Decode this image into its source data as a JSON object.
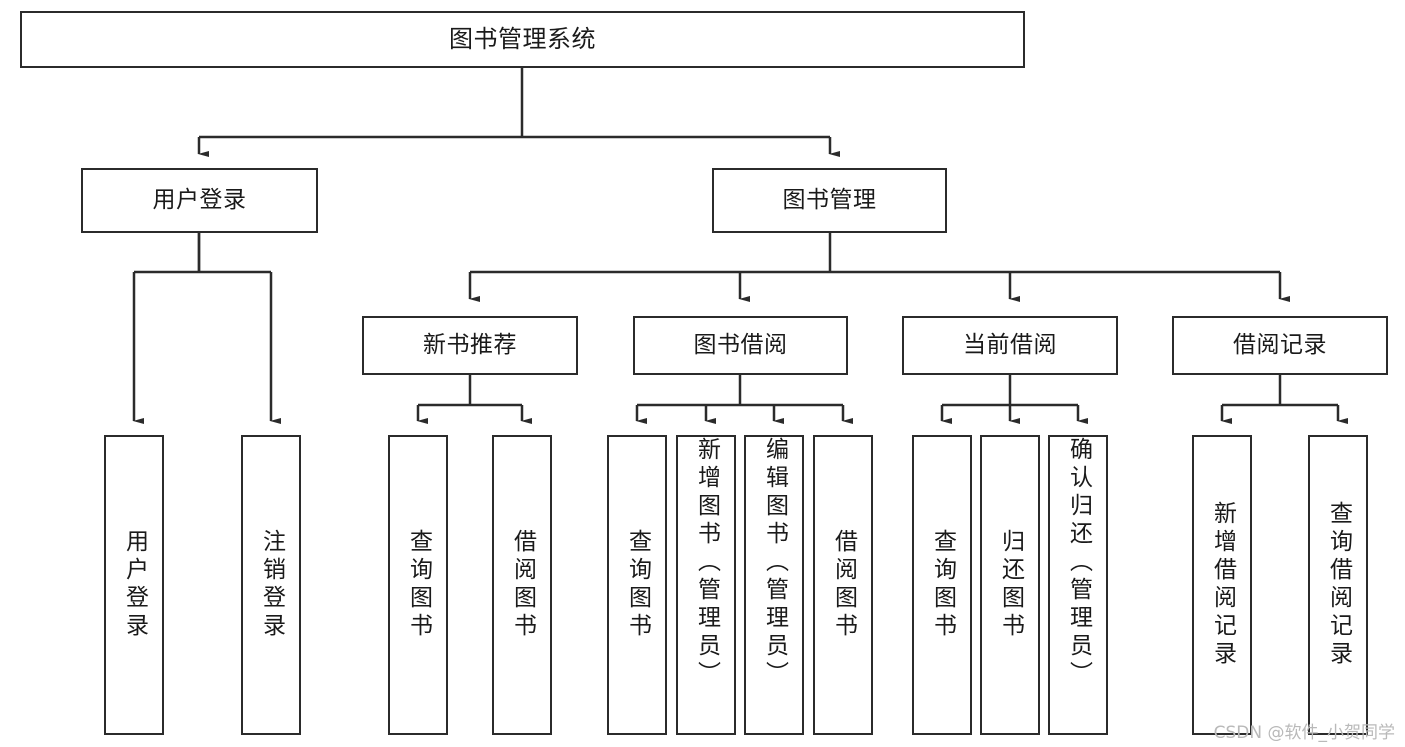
{
  "diagram": {
    "title": "图书管理系统",
    "watermark": "CSDN @软件_小贺同学",
    "type": "tree-hierarchy",
    "line_color": "#2b2b2b",
    "box_fill": "#ffffff",
    "text_color": "#1a1a1a",
    "watermark_color": "#b9b9b9"
  },
  "nodes": {
    "root": {
      "label": "图书管理系统"
    },
    "level2": [
      {
        "id": "user-login",
        "label": "用户登录"
      },
      {
        "id": "book-management",
        "label": "图书管理"
      }
    ],
    "level3": [
      {
        "id": "new-book-recommend",
        "label": "新书推荐"
      },
      {
        "id": "book-borrow",
        "label": "图书借阅"
      },
      {
        "id": "current-borrow",
        "label": "当前借阅"
      },
      {
        "id": "borrow-record",
        "label": "借阅记录"
      }
    ],
    "leaves": {
      "user-login": [
        {
          "id": "leaf-user-login",
          "label": "用户登录"
        },
        {
          "id": "leaf-logout",
          "label": "注销登录"
        }
      ],
      "new-book-recommend": [
        {
          "id": "leaf-query-book-1",
          "label": "查询图书"
        },
        {
          "id": "leaf-borrow-book-1",
          "label": "借阅图书"
        }
      ],
      "book-borrow": [
        {
          "id": "leaf-query-book-2",
          "label": "查询图书"
        },
        {
          "id": "leaf-add-book",
          "label": "新增图书（管理员）"
        },
        {
          "id": "leaf-edit-book",
          "label": "编辑图书（管理员）"
        },
        {
          "id": "leaf-borrow-book-2",
          "label": "借阅图书"
        }
      ],
      "current-borrow": [
        {
          "id": "leaf-query-book-3",
          "label": "查询图书"
        },
        {
          "id": "leaf-return-book",
          "label": "归还图书"
        },
        {
          "id": "leaf-confirm-return",
          "label": "确认归还（管理员）"
        }
      ],
      "borrow-record": [
        {
          "id": "leaf-add-record",
          "label": "新增借阅记录"
        },
        {
          "id": "leaf-query-record",
          "label": "查询借阅记录"
        }
      ]
    }
  }
}
